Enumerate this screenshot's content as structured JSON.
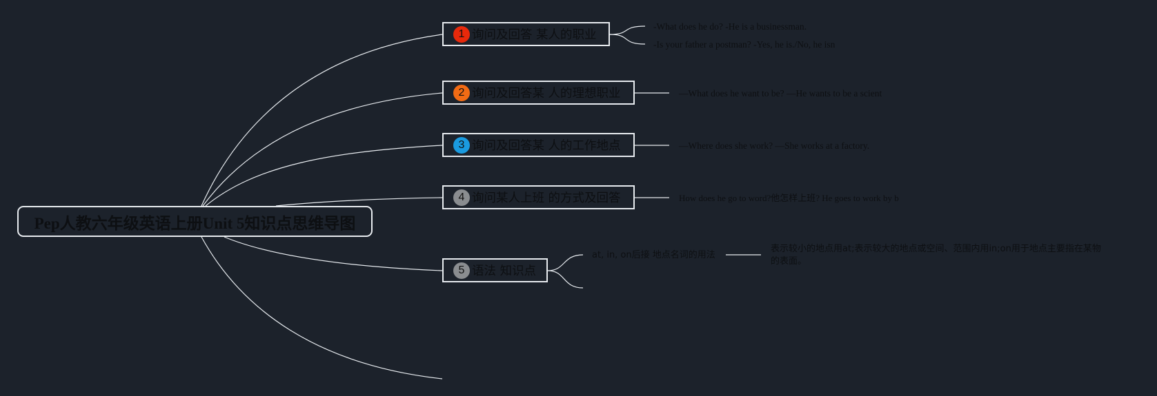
{
  "root": {
    "title": "Pep人教六年级英语上册Unit 5知识点思维导图"
  },
  "topics": [
    {
      "number": "1",
      "label": "询问及回答 某人的职业",
      "badge_color": "#e8290b",
      "details": [
        "-What does he do? -He is a businessman.",
        "-Is your father a postman? -Yes, he is./No, he isn"
      ]
    },
    {
      "number": "2",
      "label": "询问及回答某 人的理想职业",
      "badge_color": "#f26b14",
      "details": [
        "—What does he want to be? —He wants to be a scient"
      ]
    },
    {
      "number": "3",
      "label": "询问及回答某 人的工作地点",
      "badge_color": "#1a9be0",
      "details": [
        "—Where does she work? —She works at a factory."
      ]
    },
    {
      "number": "4",
      "label": "询问某人上班 的方式及回答",
      "badge_color": "#8a8d90",
      "details": [
        "How does he go to word?他怎样上班? He goes to work by b"
      ]
    },
    {
      "number": "5",
      "label": "语法 知识点",
      "badge_color": "#8a8d90",
      "details": [
        "at, in, on后接 地点名词的用法"
      ],
      "subdetail": "表示较小的地点用at;表示较大的地点或空间、范围内用in;on用于地点主要指在某物的表面。"
    }
  ],
  "colors": {
    "background": "#1c222b",
    "line": "#e8ecf0",
    "text": "#0d0f12"
  }
}
